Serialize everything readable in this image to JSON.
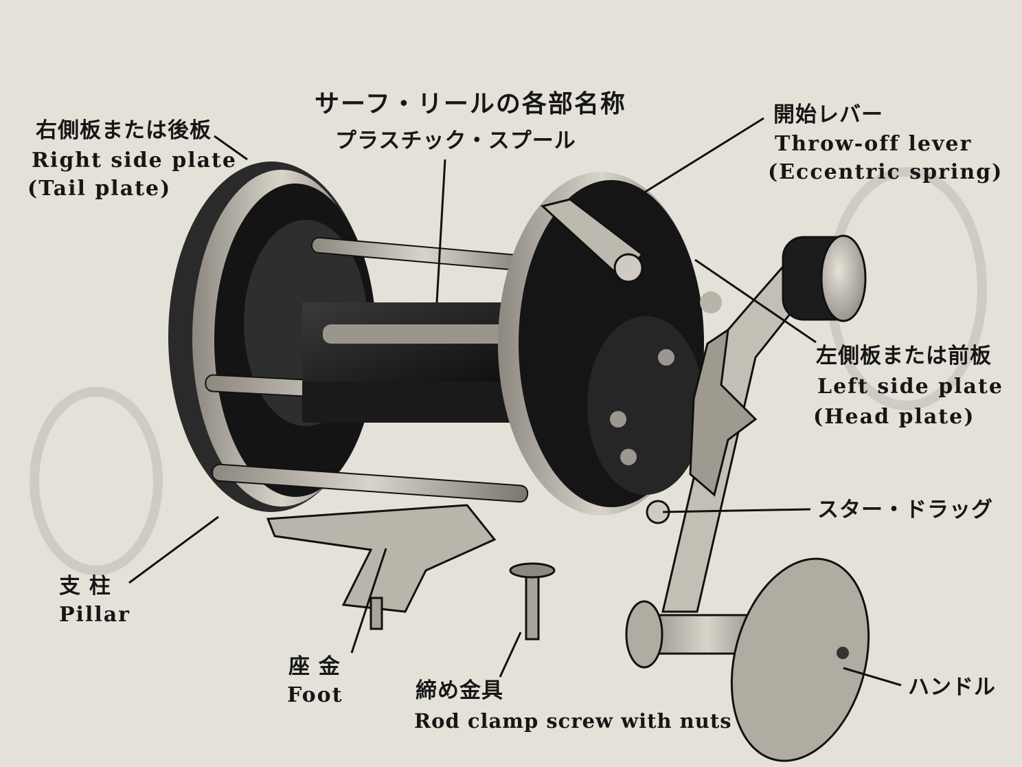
{
  "title": "サーフ・リールの各部名称",
  "labels": {
    "right_side_plate": {
      "jp": "右側板または後板",
      "en": "Right side plate",
      "en2": "(Tail plate)"
    },
    "plastic_spool": {
      "jp": "プラスチック・スプール"
    },
    "throw_off_lever": {
      "jp": "開始レバー",
      "en": "Throw-off lever",
      "en2": "(Eccentric spring)"
    },
    "left_side_plate": {
      "jp": "左側板または前板",
      "en": "Left side plate",
      "en2": "(Head plate)"
    },
    "star_drag": {
      "jp": "スター・ドラッグ"
    },
    "pillar": {
      "jp": "支 柱",
      "en": "Pillar"
    },
    "foot": {
      "jp": "座 金",
      "en": "Foot"
    },
    "rod_clamp": {
      "jp": "締め金具",
      "en": "Rod clamp screw with nuts"
    },
    "handle": {
      "jp": "ハンドル"
    }
  },
  "colors": {
    "paper": "#e4e1d8",
    "ink": "#161616",
    "metal_dark": "#1e1e1e",
    "metal_light": "#b9b5ab"
  }
}
